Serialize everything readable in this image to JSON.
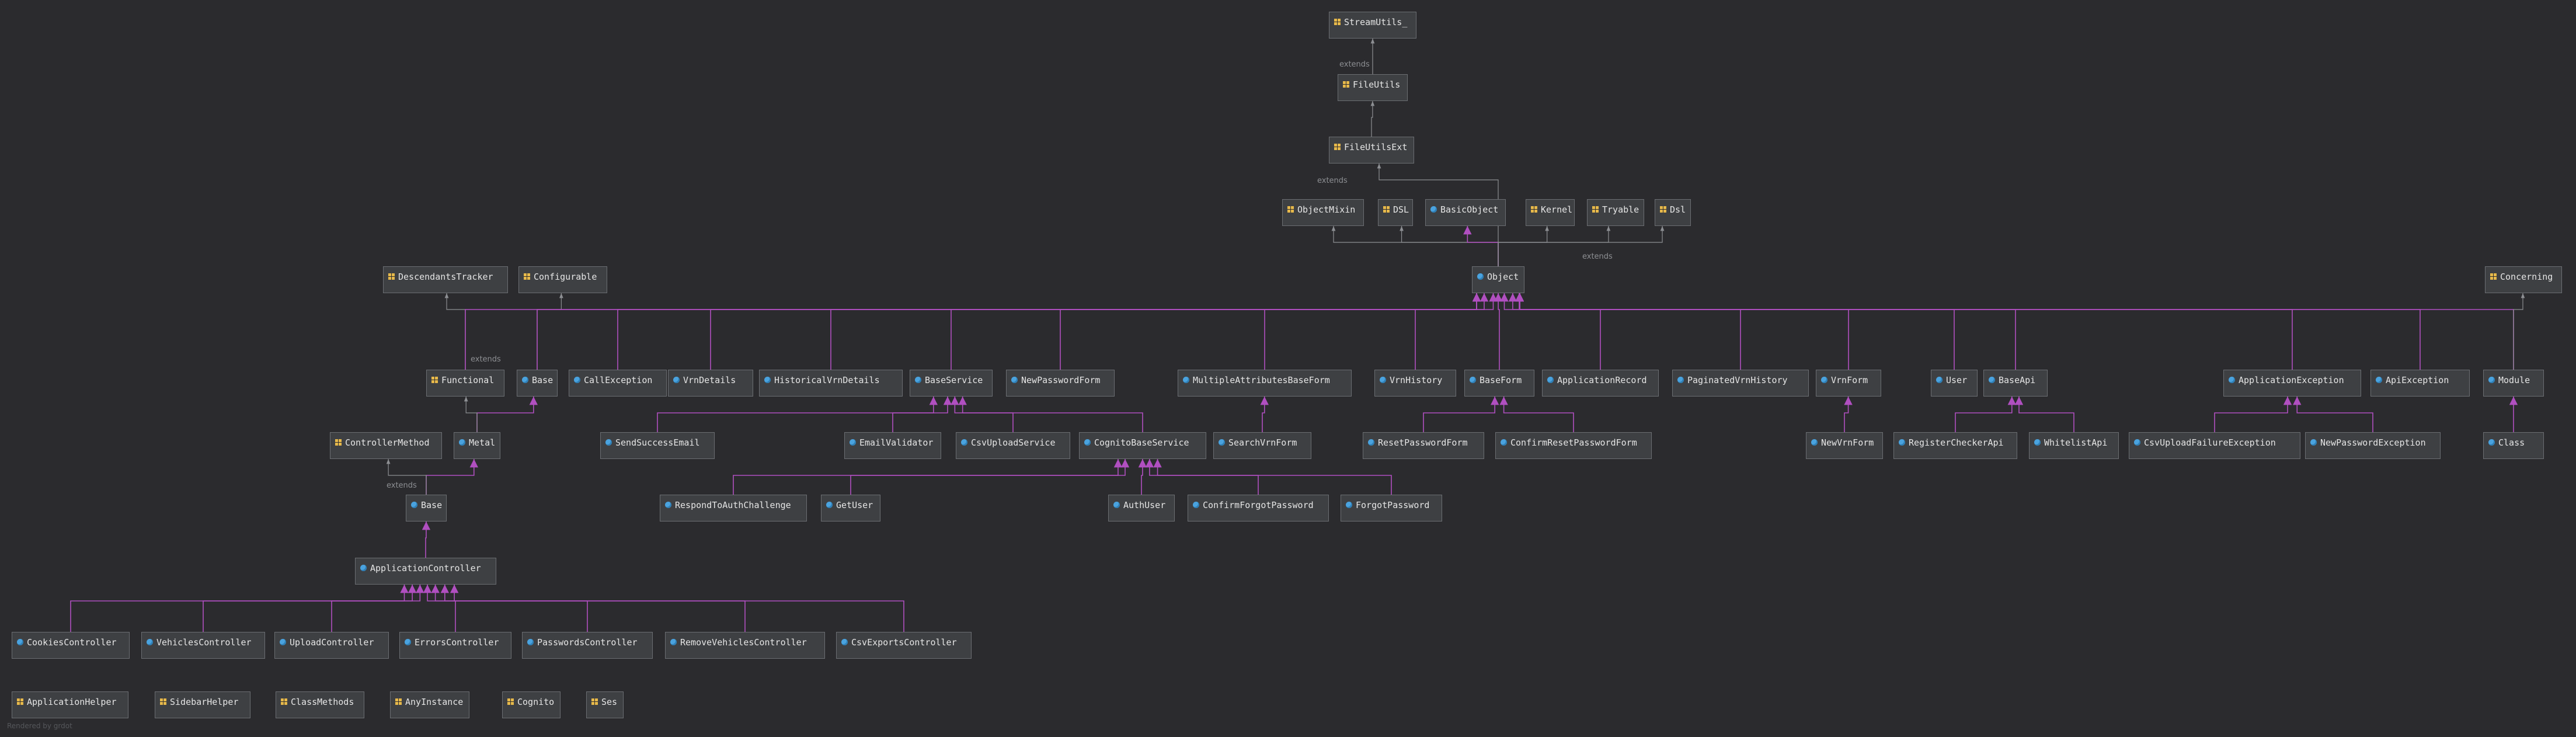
{
  "colors": {
    "background": "#2b2b2e",
    "node_bg": "#3e4043",
    "node_border": "#6b6e72",
    "class_icon": "#4aa3df",
    "module_icon": "#e7b94b",
    "include_edge": "#8d8f93",
    "inherit_edge": "#b04fc0"
  },
  "nodes": [
    {
      "id": "StreamUtils_",
      "label": "StreamUtils_",
      "kind": "module"
    },
    {
      "id": "FileUtils",
      "label": "FileUtils",
      "kind": "module"
    },
    {
      "id": "FileUtilsExt",
      "label": "FileUtilsExt",
      "kind": "module"
    },
    {
      "id": "ObjectMixin",
      "label": "ObjectMixin",
      "kind": "module"
    },
    {
      "id": "DSL",
      "label": "DSL",
      "kind": "module"
    },
    {
      "id": "BasicObject",
      "label": "BasicObject",
      "kind": "class"
    },
    {
      "id": "Kernel",
      "label": "Kernel",
      "kind": "module"
    },
    {
      "id": "Tryable",
      "label": "Tryable",
      "kind": "module"
    },
    {
      "id": "Dsl",
      "label": "Dsl",
      "kind": "module"
    },
    {
      "id": "DescendantsTracker",
      "label": "DescendantsTracker",
      "kind": "module"
    },
    {
      "id": "Configurable",
      "label": "Configurable",
      "kind": "module"
    },
    {
      "id": "Object",
      "label": "Object",
      "kind": "class"
    },
    {
      "id": "Concerning",
      "label": "Concerning",
      "kind": "module"
    },
    {
      "id": "Functional",
      "label": "Functional",
      "kind": "module"
    },
    {
      "id": "Base1",
      "label": "Base",
      "kind": "class"
    },
    {
      "id": "CallException",
      "label": "CallException",
      "kind": "class"
    },
    {
      "id": "VrnDetails",
      "label": "VrnDetails",
      "kind": "class"
    },
    {
      "id": "HistoricalVrnDetails",
      "label": "HistoricalVrnDetails",
      "kind": "class"
    },
    {
      "id": "BaseService",
      "label": "BaseService",
      "kind": "class"
    },
    {
      "id": "NewPasswordForm",
      "label": "NewPasswordForm",
      "kind": "class"
    },
    {
      "id": "MultipleAttributesBaseForm",
      "label": "MultipleAttributesBaseForm",
      "kind": "class"
    },
    {
      "id": "VrnHistory",
      "label": "VrnHistory",
      "kind": "class"
    },
    {
      "id": "BaseForm",
      "label": "BaseForm",
      "kind": "class"
    },
    {
      "id": "ApplicationRecord",
      "label": "ApplicationRecord",
      "kind": "class"
    },
    {
      "id": "PaginatedVrnHistory",
      "label": "PaginatedVrnHistory",
      "kind": "class"
    },
    {
      "id": "VrnForm",
      "label": "VrnForm",
      "kind": "class"
    },
    {
      "id": "User",
      "label": "User",
      "kind": "class"
    },
    {
      "id": "BaseApi",
      "label": "BaseApi",
      "kind": "class"
    },
    {
      "id": "ApplicationException",
      "label": "ApplicationException",
      "kind": "class"
    },
    {
      "id": "ApiException",
      "label": "ApiException",
      "kind": "class"
    },
    {
      "id": "Module",
      "label": "Module",
      "kind": "class"
    },
    {
      "id": "ControllerMethod",
      "label": "ControllerMethod",
      "kind": "module"
    },
    {
      "id": "Metal",
      "label": "Metal",
      "kind": "class"
    },
    {
      "id": "SendSuccessEmail",
      "label": "SendSuccessEmail",
      "kind": "class"
    },
    {
      "id": "EmailValidator",
      "label": "EmailValidator",
      "kind": "class"
    },
    {
      "id": "CsvUploadService",
      "label": "CsvUploadService",
      "kind": "class"
    },
    {
      "id": "CognitoBaseService",
      "label": "CognitoBaseService",
      "kind": "class"
    },
    {
      "id": "SearchVrnForm",
      "label": "SearchVrnForm",
      "kind": "class"
    },
    {
      "id": "ResetPasswordForm",
      "label": "ResetPasswordForm",
      "kind": "class"
    },
    {
      "id": "ConfirmResetPasswordForm",
      "label": "ConfirmResetPasswordForm",
      "kind": "class"
    },
    {
      "id": "NewVrnForm",
      "label": "NewVrnForm",
      "kind": "class"
    },
    {
      "id": "RegisterCheckerApi",
      "label": "RegisterCheckerApi",
      "kind": "class"
    },
    {
      "id": "WhitelistApi",
      "label": "WhitelistApi",
      "kind": "class"
    },
    {
      "id": "CsvUploadFailureException",
      "label": "CsvUploadFailureException",
      "kind": "class"
    },
    {
      "id": "NewPasswordException",
      "label": "NewPasswordException",
      "kind": "class"
    },
    {
      "id": "Class",
      "label": "Class",
      "kind": "class"
    },
    {
      "id": "Base2",
      "label": "Base",
      "kind": "class"
    },
    {
      "id": "RespondToAuthChallenge",
      "label": "RespondToAuthChallenge",
      "kind": "class"
    },
    {
      "id": "GetUser",
      "label": "GetUser",
      "kind": "class"
    },
    {
      "id": "AuthUser",
      "label": "AuthUser",
      "kind": "class"
    },
    {
      "id": "ConfirmForgotPassword",
      "label": "ConfirmForgotPassword",
      "kind": "class"
    },
    {
      "id": "ForgotPassword",
      "label": "ForgotPassword",
      "kind": "class"
    },
    {
      "id": "ApplicationController",
      "label": "ApplicationController",
      "kind": "class"
    },
    {
      "id": "CookiesController",
      "label": "CookiesController",
      "kind": "class"
    },
    {
      "id": "VehiclesController",
      "label": "VehiclesController",
      "kind": "class"
    },
    {
      "id": "UploadController",
      "label": "UploadController",
      "kind": "class"
    },
    {
      "id": "ErrorsController",
      "label": "ErrorsController",
      "kind": "class"
    },
    {
      "id": "PasswordsController",
      "label": "PasswordsController",
      "kind": "class"
    },
    {
      "id": "RemoveVehiclesController",
      "label": "RemoveVehiclesController",
      "kind": "class"
    },
    {
      "id": "CsvExportsController",
      "label": "CsvExportsController",
      "kind": "class"
    },
    {
      "id": "ApplicationHelper",
      "label": "ApplicationHelper",
      "kind": "module"
    },
    {
      "id": "SidebarHelper",
      "label": "SidebarHelper",
      "kind": "module"
    },
    {
      "id": "ClassMethods",
      "label": "ClassMethods",
      "kind": "module"
    },
    {
      "id": "AnyInstance",
      "label": "AnyInstance",
      "kind": "module"
    },
    {
      "id": "Cognito",
      "label": "Cognito",
      "kind": "module"
    },
    {
      "id": "Ses",
      "label": "Ses",
      "kind": "module"
    }
  ],
  "edges": [
    {
      "from": "FileUtils",
      "to": "StreamUtils_",
      "type": "include",
      "label": "extends"
    },
    {
      "from": "FileUtilsExt",
      "to": "FileUtils",
      "type": "include"
    },
    {
      "from": "Object",
      "to": "FileUtilsExt",
      "type": "include",
      "label": "extends"
    },
    {
      "from": "Object",
      "to": "ObjectMixin",
      "type": "include"
    },
    {
      "from": "Object",
      "to": "DSL",
      "type": "include"
    },
    {
      "from": "Object",
      "to": "BasicObject",
      "type": "inherit"
    },
    {
      "from": "Object",
      "to": "Kernel",
      "type": "include"
    },
    {
      "from": "Object",
      "to": "Tryable",
      "type": "include"
    },
    {
      "from": "Object",
      "to": "Dsl",
      "type": "include",
      "label": "extends"
    },
    {
      "from": "Functional",
      "to": "DescendantsTracker",
      "type": "include",
      "label": "extends"
    },
    {
      "from": "Base1",
      "to": "Configurable",
      "type": "include"
    },
    {
      "from": "Functional",
      "to": "Object",
      "type": "inherit"
    },
    {
      "from": "Base1",
      "to": "Object",
      "type": "inherit"
    },
    {
      "from": "CallException",
      "to": "Object",
      "type": "inherit"
    },
    {
      "from": "VrnDetails",
      "to": "Object",
      "type": "inherit"
    },
    {
      "from": "HistoricalVrnDetails",
      "to": "Object",
      "type": "inherit"
    },
    {
      "from": "BaseService",
      "to": "Object",
      "type": "inherit"
    },
    {
      "from": "NewPasswordForm",
      "to": "Object",
      "type": "inherit"
    },
    {
      "from": "MultipleAttributesBaseForm",
      "to": "Object",
      "type": "inherit"
    },
    {
      "from": "VrnHistory",
      "to": "Object",
      "type": "inherit"
    },
    {
      "from": "BaseForm",
      "to": "Object",
      "type": "inherit"
    },
    {
      "from": "ApplicationRecord",
      "to": "Object",
      "type": "inherit"
    },
    {
      "from": "PaginatedVrnHistory",
      "to": "Object",
      "type": "inherit"
    },
    {
      "from": "VrnForm",
      "to": "Object",
      "type": "inherit"
    },
    {
      "from": "User",
      "to": "Object",
      "type": "inherit"
    },
    {
      "from": "BaseApi",
      "to": "Object",
      "type": "inherit"
    },
    {
      "from": "ApplicationException",
      "to": "Object",
      "type": "inherit"
    },
    {
      "from": "ApiException",
      "to": "Object",
      "type": "inherit"
    },
    {
      "from": "Module",
      "to": "Object",
      "type": "inherit"
    },
    {
      "from": "Module",
      "to": "Concerning",
      "type": "include"
    },
    {
      "from": "Metal",
      "to": "Base1",
      "type": "inherit"
    },
    {
      "from": "Metal",
      "to": "Functional",
      "type": "include"
    },
    {
      "from": "SendSuccessEmail",
      "to": "BaseService",
      "type": "inherit"
    },
    {
      "from": "EmailValidator",
      "to": "BaseService",
      "type": "inherit"
    },
    {
      "from": "CsvUploadService",
      "to": "BaseService",
      "type": "inherit"
    },
    {
      "from": "CognitoBaseService",
      "to": "BaseService",
      "type": "inherit"
    },
    {
      "from": "SearchVrnForm",
      "to": "MultipleAttributesBaseForm",
      "type": "inherit"
    },
    {
      "from": "ResetPasswordForm",
      "to": "BaseForm",
      "type": "inherit"
    },
    {
      "from": "ConfirmResetPasswordForm",
      "to": "BaseForm",
      "type": "inherit"
    },
    {
      "from": "NewVrnForm",
      "to": "VrnForm",
      "type": "inherit"
    },
    {
      "from": "RegisterCheckerApi",
      "to": "BaseApi",
      "type": "inherit"
    },
    {
      "from": "WhitelistApi",
      "to": "BaseApi",
      "type": "inherit"
    },
    {
      "from": "CsvUploadFailureException",
      "to": "ApplicationException",
      "type": "inherit"
    },
    {
      "from": "NewPasswordException",
      "to": "ApplicationException",
      "type": "inherit"
    },
    {
      "from": "Class",
      "to": "Module",
      "type": "inherit"
    },
    {
      "from": "Base2",
      "to": "Metal",
      "type": "inherit"
    },
    {
      "from": "Base2",
      "to": "ControllerMethod",
      "type": "include",
      "label": "extends"
    },
    {
      "from": "RespondToAuthChallenge",
      "to": "CognitoBaseService",
      "type": "inherit"
    },
    {
      "from": "GetUser",
      "to": "CognitoBaseService",
      "type": "inherit"
    },
    {
      "from": "AuthUser",
      "to": "CognitoBaseService",
      "type": "inherit"
    },
    {
      "from": "ConfirmForgotPassword",
      "to": "CognitoBaseService",
      "type": "inherit"
    },
    {
      "from": "ForgotPassword",
      "to": "CognitoBaseService",
      "type": "inherit"
    },
    {
      "from": "ApplicationController",
      "to": "Base2",
      "type": "inherit"
    },
    {
      "from": "CookiesController",
      "to": "ApplicationController",
      "type": "inherit"
    },
    {
      "from": "VehiclesController",
      "to": "ApplicationController",
      "type": "inherit"
    },
    {
      "from": "UploadController",
      "to": "ApplicationController",
      "type": "inherit"
    },
    {
      "from": "ErrorsController",
      "to": "ApplicationController",
      "type": "inherit"
    },
    {
      "from": "PasswordsController",
      "to": "ApplicationController",
      "type": "inherit"
    },
    {
      "from": "RemoveVehiclesController",
      "to": "ApplicationController",
      "type": "inherit"
    },
    {
      "from": "CsvExportsController",
      "to": "ApplicationController",
      "type": "inherit"
    }
  ],
  "footer": "Rendered by grdot"
}
